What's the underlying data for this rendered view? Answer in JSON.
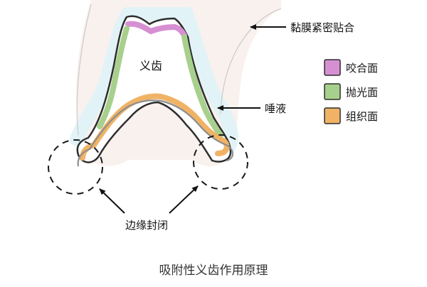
{
  "denture_label": "义齿",
  "labels": {
    "mucosa": "黏膜紧密贴合",
    "saliva": "唾液",
    "seal": "边缘封闭"
  },
  "legend": [
    {
      "label": "咬合面",
      "color": "#d690d2"
    },
    {
      "label": "抛光面",
      "color": "#a8d08d"
    },
    {
      "label": "组织面",
      "color": "#f0b366"
    }
  ],
  "caption": "吸附性义齿作用原理",
  "colors": {
    "outline": "#2e2e2e",
    "gum": "#f7ece7",
    "saliva": "#dff3f7",
    "tissue_line": "#8e8e8e"
  }
}
